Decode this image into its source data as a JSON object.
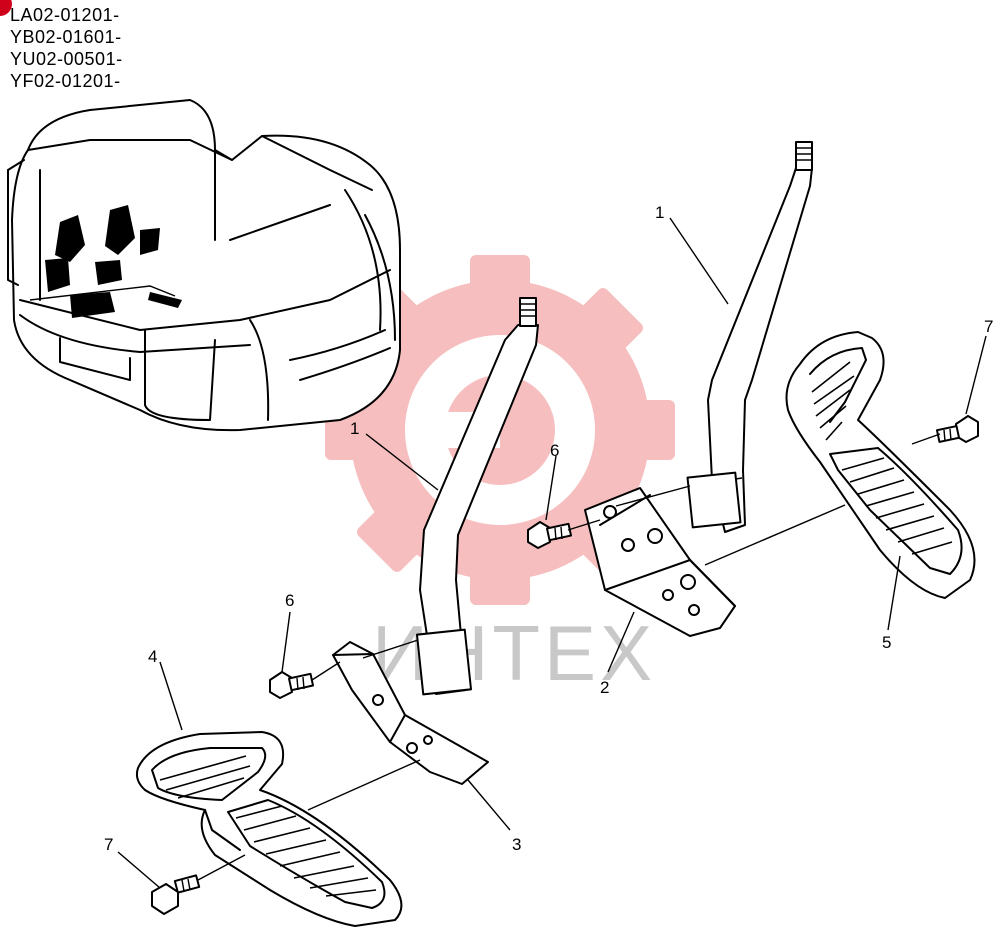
{
  "serials": [
    "LA02-01201-",
    "YB02-01601-",
    "YU02-00501-",
    "YF02-01201-"
  ],
  "callouts": {
    "rod_upper": "1",
    "rod_lower": "1",
    "bracket_right": "2",
    "bracket_left": "3",
    "pedal_left": "4",
    "pedal_right": "5",
    "bolt_six_upper": "6",
    "bolt_six_lower": "6",
    "bolt_seven_right": "7",
    "bolt_seven_left": "7"
  },
  "watermark": {
    "text": "ИНТЕХ",
    "color": "#f08a8a"
  },
  "colors": {
    "line": "#000000",
    "badge": "#d0021b"
  }
}
